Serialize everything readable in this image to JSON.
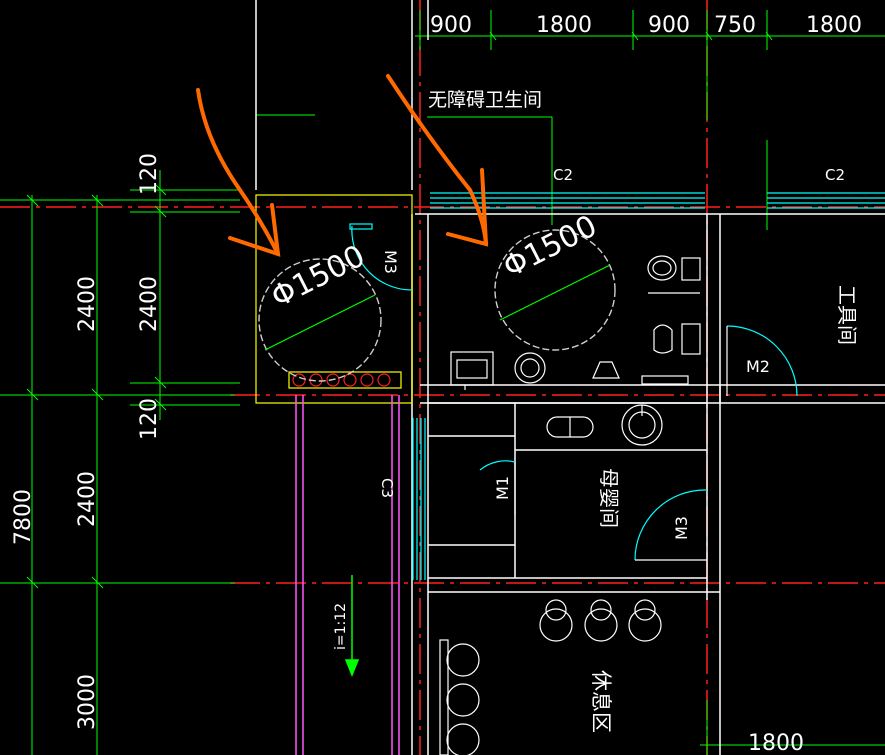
{
  "title_label": "无障碍卫生间",
  "top_dimensions": [
    "900",
    "1800",
    "900",
    "750",
    "1800"
  ],
  "left_dimensions": {
    "outer_2400_top": "2400",
    "inner_120_top": "120",
    "inner_2400": "2400",
    "inner_120_bottom": "120",
    "outer_2400_bottom": "2400",
    "total_7800": "7800",
    "outer_3000": "3000"
  },
  "bottom_dimension": "1800",
  "turning_circles": [
    "Φ1500",
    "Φ1500"
  ],
  "window_labels": [
    "C2",
    "C2",
    "C3"
  ],
  "door_labels": [
    "M3",
    "M2",
    "M1",
    "M3"
  ],
  "room_labels": {
    "tool_room": "工具间",
    "mother_baby_room": "母婴间",
    "rest_area": "休息区"
  },
  "ramp_label": "i=1:12",
  "colors": {
    "background": "#000000",
    "dim_line": "#00ff00",
    "wall": "#ffffff",
    "axis": "#ff2020",
    "window": "#00ffff",
    "ramp": "#ff55ff",
    "yellow": "#ffff00",
    "annotation_arrow": "#ff6a00"
  }
}
